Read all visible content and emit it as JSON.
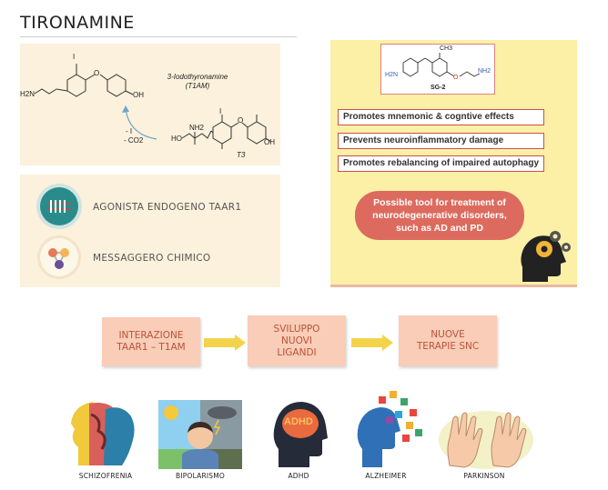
{
  "page_title": "TIRONAMINE",
  "chemistry": {
    "t1am_name": "3-Iodothyronamine",
    "t1am_abbr": "(T1AM)",
    "t3_label": "T3",
    "reaction_minus_i": "- I",
    "reaction_minus_co2": "- CO2",
    "atoms": {
      "iodine": "I",
      "oxygen": "O",
      "nh2": "NH2",
      "h2n": "H2N",
      "oh": "OH",
      "ho": "HO",
      "nh2_sub": "NH2"
    }
  },
  "roles": [
    {
      "label": "AGONISTA ENDOGENO TAAR1",
      "icon": "receptor-icon",
      "icon_color": "#2a8c8a"
    },
    {
      "label": "MESSAGGERO CHIMICO",
      "icon": "molecule-icon",
      "icon_color": "#f29b74"
    }
  ],
  "sg2": {
    "name": "SG-2",
    "atoms": {
      "ch3": "CH3",
      "h2n": "H2N",
      "o": "O",
      "nh2": "NH2"
    },
    "effects": [
      "Promotes mnemonic & cogntive effects",
      "Prevents neuroinflammatory damage",
      "Promotes rebalancing of impaired autophagy"
    ],
    "conclusion": "Possible tool for treatment of neurodegenerative disorders, such as AD and PD"
  },
  "flow": [
    {
      "label": "INTERAZIONE TAAR1 – T1AM"
    },
    {
      "label": "SVILUPPO NUOVI LIGANDI"
    },
    {
      "label": "NUOVE TERAPIE SNC"
    }
  ],
  "conditions": [
    {
      "label": "SCHIZOFRENIA",
      "icon": "schizophrenia-icon"
    },
    {
      "label": "BIPOLARISMO",
      "icon": "bipolar-icon"
    },
    {
      "label": "ADHD",
      "icon": "adhd-icon",
      "icon_text": "ADHD"
    },
    {
      "label": "ALZHEIMER",
      "icon": "alzheimer-icon"
    },
    {
      "label": "PARKINSON",
      "icon": "parkinson-icon"
    }
  ],
  "colors": {
    "accent_red": "#dd6a5e",
    "panel_yellow": "#fcf0a6",
    "panel_beige": "#fbf1dc",
    "flow_box": "#f9cdb7",
    "arrow": "#f3d34a"
  }
}
